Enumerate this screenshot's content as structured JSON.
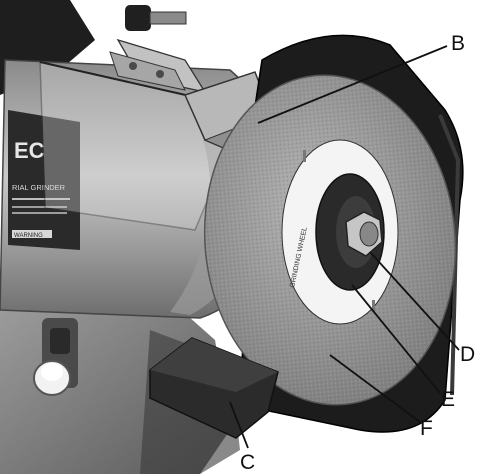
{
  "figure": {
    "machine_plate": {
      "brand": "EC",
      "product": "RIAL GRINDER",
      "warning": "WARNING"
    },
    "wheel_ring_text": "GRINDING WHEEL",
    "callouts": {
      "B": "B",
      "C": "C",
      "D": "D",
      "E": "E",
      "F": "F"
    },
    "colors": {
      "line": "#111111",
      "housing": "#a9a9a9",
      "wheel": "#8e8e8e",
      "guard": "#1c1c1c"
    }
  }
}
